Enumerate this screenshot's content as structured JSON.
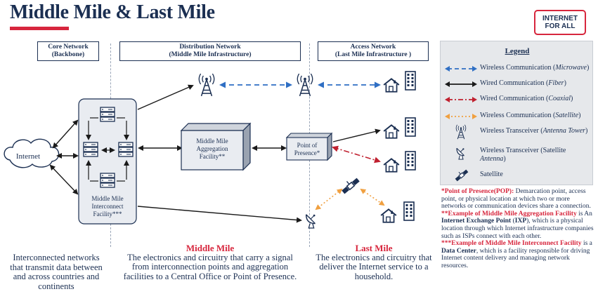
{
  "title": "Middle Mile & Last Mile",
  "brand": {
    "line1": "INTERNET",
    "line2": "FOR ALL"
  },
  "headers": {
    "core": {
      "line1": "Core Network",
      "line2": "(Backbone)"
    },
    "distribution": {
      "line1": "Distribution Network",
      "line2": "(Middle Mile Infrastructure)"
    },
    "access": {
      "line1": "Access Network",
      "line2": "(Last Mile Infrastructure )"
    }
  },
  "diagram": {
    "internet": "Internet",
    "interconnect": {
      "line1": "Middle Mile",
      "line2": "Interconnect",
      "line3": "Facility***"
    },
    "aggregation": {
      "line1": "Middle Mile",
      "line2": "Aggregation",
      "line3": "Facility**"
    },
    "pop": {
      "line1": "Point of",
      "line2": "Presence*"
    }
  },
  "bottom": {
    "core": {
      "l1": "Interconnected networks",
      "l2": "that transmit data between",
      "l3": "and across countries and",
      "l4": "continents"
    },
    "middle": {
      "head": "Middle Mile",
      "l1": "The electronics and circuitry that carry a signal",
      "l2": "from interconnection points and aggregation",
      "l3": "facilities to a Central Office or Point of Presence."
    },
    "last": {
      "head": "Last Mile",
      "l1": "The electronics and circuitry that",
      "l2": "deliver the Internet service to a",
      "l3": "household."
    }
  },
  "legend": {
    "title": "Legend",
    "items": [
      {
        "icon": "blue-dashed-arrow",
        "text": "Wireless Communication (",
        "em": "Microwave",
        "tail": ")"
      },
      {
        "icon": "black-solid-arrow",
        "text": "Wired Communication (",
        "em": "Fiber",
        "tail": ")"
      },
      {
        "icon": "red-dashdot-arrow",
        "text": "Wired Communication (",
        "em": "Coaxial",
        "tail": ")"
      },
      {
        "icon": "orange-dotted-arrow",
        "text": "Wireless Communication (",
        "em": "Satellite",
        "tail": ")"
      },
      {
        "icon": "antenna-tower-icon",
        "text": "Wireless Transceiver (",
        "em": "Antenna Tower",
        "tail": ")"
      },
      {
        "icon": "satellite-dish-icon",
        "text": "Wireless Transceiver (Satellite ",
        "em": "Antenna",
        "tail": ")"
      },
      {
        "icon": "satellite-icon",
        "text": "Satellite",
        "em": "",
        "tail": ""
      }
    ]
  },
  "notes": {
    "pop_head": "*Point of Presence(POP):",
    "pop_text": " Demarcation point, access point, or physical location at which two or more networks or communication devices share a connection.",
    "agg_head": "**Example of Middle Mile Aggregation Facility",
    "agg_text1": " is An ",
    "agg_bold": "Internet Exchange Point",
    "agg_text2": " (",
    "agg_bold2": "IXP",
    "agg_text3": "), which is a physical location through which Internet infrastructure companies such as ISPs connect with each other.",
    "ic_head": "***Example of Middle Mile Interconnect Facility",
    "ic_text1": " is a ",
    "ic_bold": "Data Center",
    "ic_text2": ", which is a facility responsible for driving Internet content delivery and managing network resources."
  },
  "colors": {
    "navy": "#1b2f52",
    "red": "#d7263d",
    "blue": "#2f6fc4",
    "orange": "#f0a040",
    "legendBg": "#e6e8eb"
  }
}
